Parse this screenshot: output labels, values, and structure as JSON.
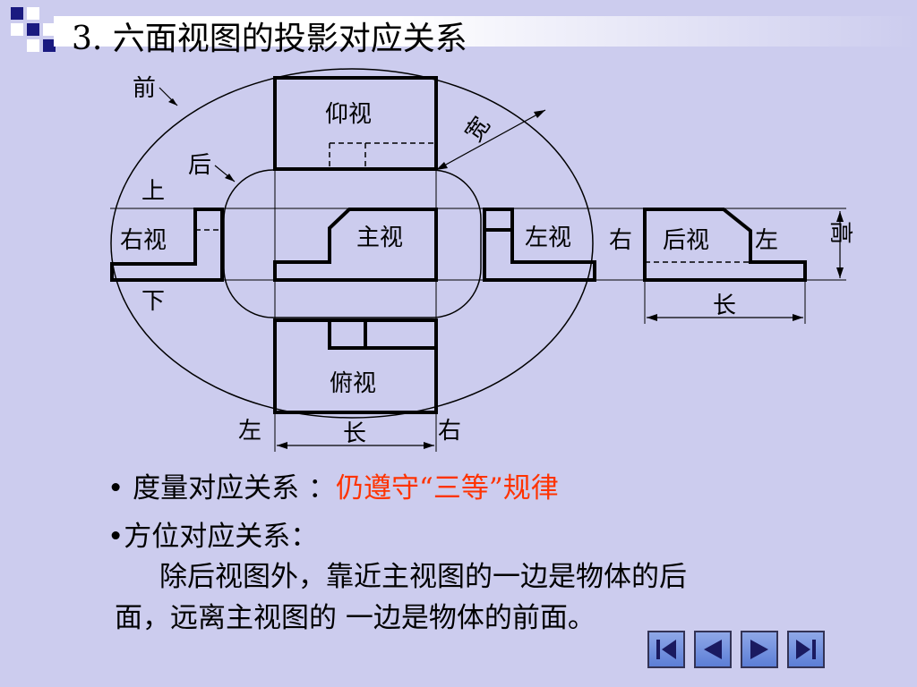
{
  "title": "3. 六面视图的投影对应关系",
  "diagram": {
    "qian": "前",
    "hou": "后",
    "shang": "上",
    "xia": "下",
    "view_top": "仰视",
    "view_front": "主视",
    "view_right": "右视",
    "view_left": "左视",
    "view_back": "后视",
    "view_bottom": "俯视",
    "width_label": "宽",
    "length_label_bottom": "长",
    "left_label_bottom": "左",
    "right_label_bottom": "右",
    "back_right": "右",
    "back_left": "左",
    "height_label": "高",
    "length_label_back": "长"
  },
  "bullets": {
    "b1_prefix": "度量对应关系 ：",
    "b1_emph": "仍遵守“三等”规律",
    "b2": "方位对应关系：",
    "para_line1": "除后视图外，靠近主视图的一边是物体的后",
    "para_line2": "面，远离主视图的 一边是物体的前面。"
  },
  "nav": {
    "first_icon": "first-page-icon",
    "prev_icon": "previous-page-icon",
    "next_icon": "next-page-icon",
    "last_icon": "last-page-icon"
  }
}
